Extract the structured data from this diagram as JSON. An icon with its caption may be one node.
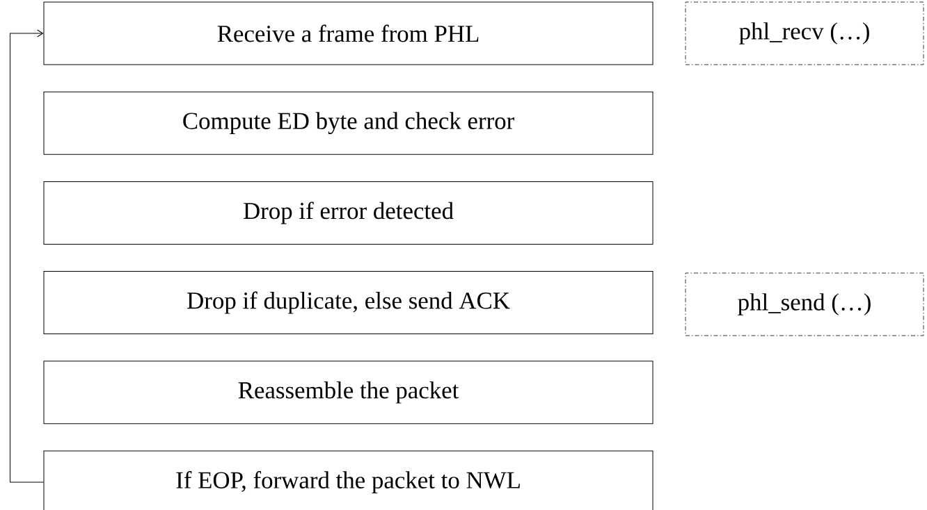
{
  "diagram": {
    "nodes": [
      {
        "text": [
          "Receive a frame from PHL"
        ]
      },
      {
        "text": [
          "Compute ED byte and check error"
        ]
      },
      {
        "text": [
          "Drop if error detected"
        ]
      },
      {
        "text": [
          "Drop if duplicate, else send ACK"
        ]
      },
      {
        "text": [
          "Reassemble the packet"
        ]
      },
      {
        "text": [
          "If EOP, forward the packet to NWL"
        ]
      },
      {
        "text": [
          "phl_recv (…)"
        ]
      },
      {
        "text": [
          "phl_send (…)"
        ]
      }
    ],
    "edges": [
      {
        "from": 5,
        "to": 0,
        "arrow": "to"
      }
    ]
  }
}
